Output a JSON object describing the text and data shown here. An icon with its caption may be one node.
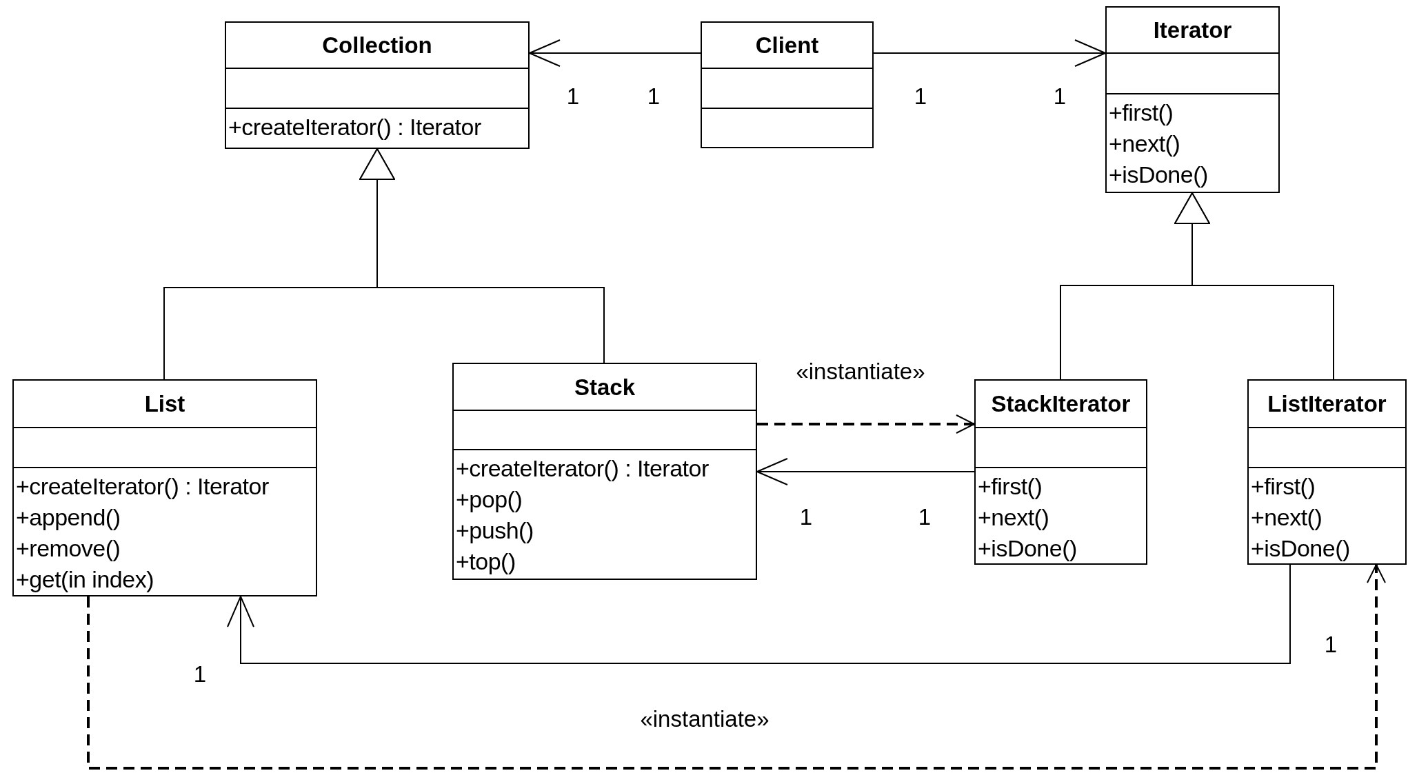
{
  "diagram": {
    "nodes": [
      {
        "text": [
          "Collection",
          "+createIterator() : Iterator"
        ]
      },
      {
        "text": [
          "Client"
        ]
      },
      {
        "text": [
          "Iterator",
          "+first()",
          "+next()",
          "+isDone()"
        ]
      },
      {
        "text": [
          "List",
          "+createIterator() : Iterator",
          "+append()",
          "+remove()",
          "+get(in index)"
        ]
      },
      {
        "text": [
          "Stack",
          "+createIterator() : Iterator",
          "+pop()",
          "+push()",
          "+top()"
        ]
      },
      {
        "text": [
          "StackIterator",
          "+first()",
          "+next()",
          "+isDone()"
        ]
      },
      {
        "text": [
          "ListIterator",
          "+first()",
          "+next()",
          "+isDone()"
        ]
      }
    ],
    "edges": [
      {
        "from": 1,
        "to": 0,
        "arrow": "to"
      },
      {
        "from": 1,
        "to": 2,
        "arrow": "to"
      },
      {
        "from": 3,
        "to": 0,
        "arrow": "to"
      },
      {
        "from": 4,
        "to": 0,
        "arrow": "to"
      },
      {
        "from": 5,
        "to": 2,
        "arrow": "to"
      },
      {
        "from": 6,
        "to": 2,
        "arrow": "to"
      },
      {
        "from": 4,
        "to": 5,
        "arrow": "to",
        "label": "«instantiate»",
        "style": "dashed"
      },
      {
        "from": 5,
        "to": 4,
        "arrow": "to"
      },
      {
        "from": 6,
        "to": 3,
        "arrow": "to"
      },
      {
        "from": 3,
        "to": 6,
        "arrow": "to",
        "label": "«instantiate»",
        "style": "dashed"
      }
    ],
    "labels": [
      "1",
      "1",
      "1",
      "1",
      "1",
      "1",
      "1",
      "1"
    ]
  }
}
